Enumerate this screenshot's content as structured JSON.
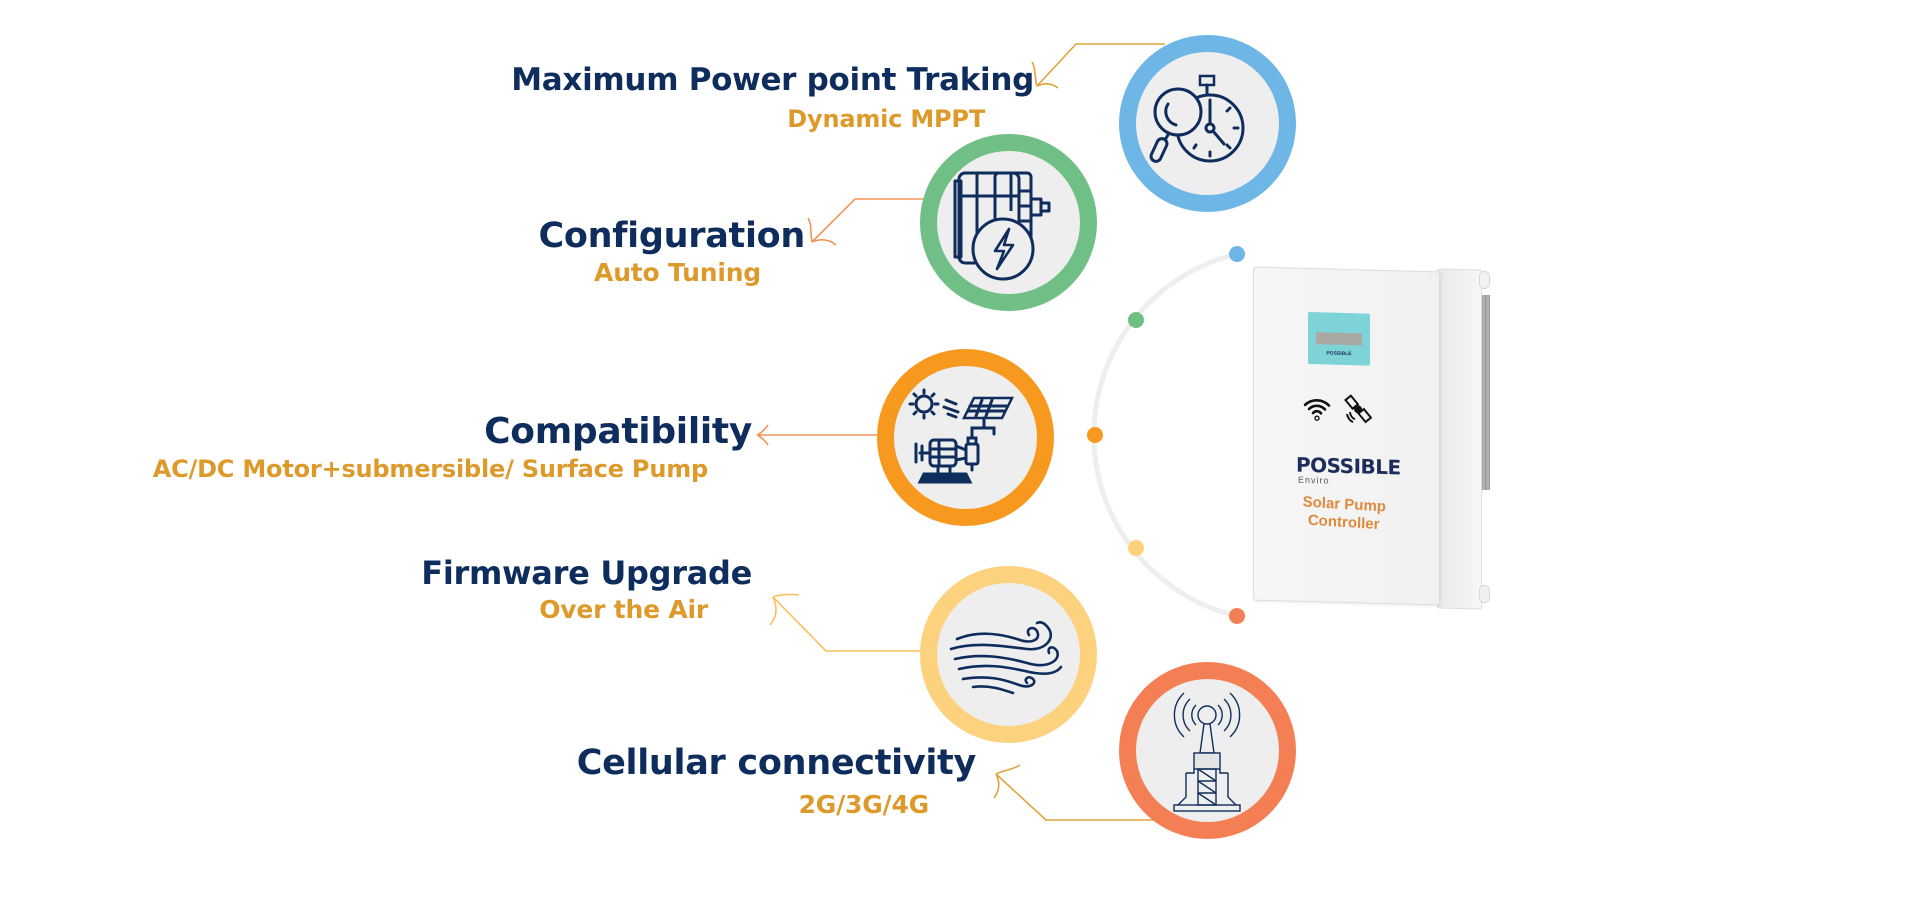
{
  "features": [
    {
      "title": "Maximum Power point Traking",
      "subtitle": "Dynamic MPPT",
      "icon": "magnifier-stopwatch-icon",
      "ring_color": "#6db6e6"
    },
    {
      "title": "Configuration",
      "subtitle": "Auto Tuning",
      "icon": "motor-lightning-icon",
      "ring_color": "#6fbf86"
    },
    {
      "title": "Compatibility",
      "subtitle": "AC/DC Motor+submersible/ Surface Pump",
      "icon": "solar-pump-motor-icon",
      "ring_color": "#f7991f"
    },
    {
      "title": "Firmware Upgrade",
      "subtitle": "Over the Air",
      "icon": "wind-waves-icon",
      "ring_color": "#fdd27f"
    },
    {
      "title": "Cellular connectivity",
      "subtitle": "2G/3G/4G",
      "icon": "cell-tower-icon",
      "ring_color": "#f47f55"
    }
  ],
  "colors": {
    "title": "#0f2d5c",
    "subtitle": "#dd9a2b",
    "arc": "#eeeeee",
    "circle_fill": "#eeeeee",
    "icon_stroke": "#0f2d5c"
  },
  "product": {
    "brand": "POSSIBLE",
    "brand_sub": "Enviro",
    "name": "Solar Pump Controller",
    "screen_logo": "POSSIBLE",
    "icons": [
      "wifi-icon",
      "satellite-icon"
    ]
  }
}
